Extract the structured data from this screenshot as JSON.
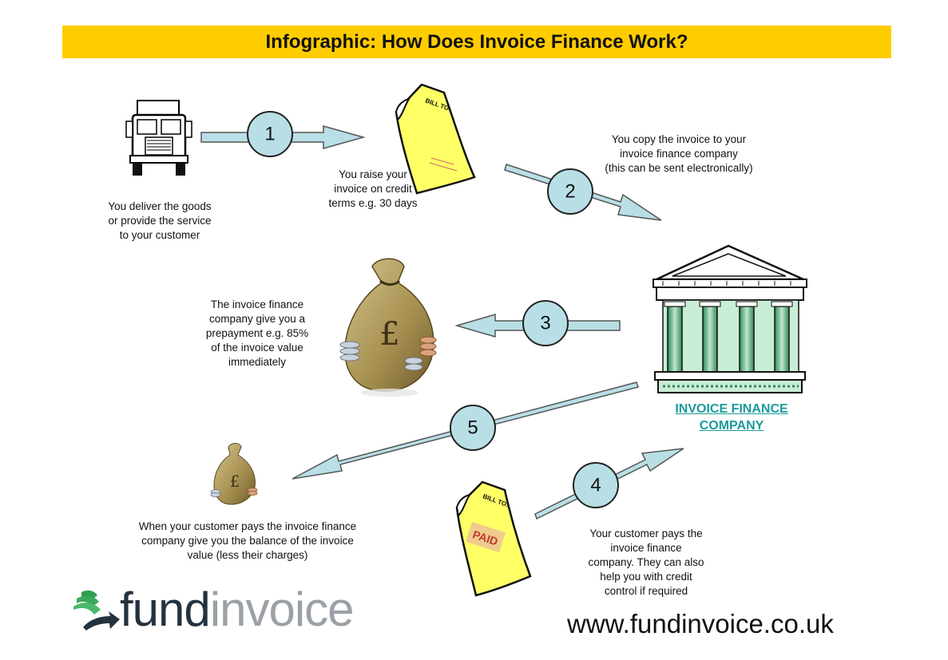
{
  "title": "Infographic: How Does Invoice Finance Work?",
  "steps": [
    {
      "number": "1",
      "text": "You deliver the goods\nor provide the service\nto your customer"
    },
    {
      "number": "2",
      "text": "You raise your\ninvoice on credit\nterms e.g. 30 days"
    },
    {
      "number": "3",
      "text": "You copy the invoice to your\ninvoice finance company\n(this can be sent electronically)"
    },
    {
      "number": "4",
      "text": "The invoice finance\ncompany give you a\nprepayment e.g. 85%\nof the invoice value\nimmediately"
    },
    {
      "number": "5",
      "text": "Your customer pays the\ninvoice finance\ncompany. They can also\nhelp you with credit\ncontrol if required"
    },
    {
      "number": "",
      "text": "When your customer pays the invoice finance\ncompany give you the balance of the invoice\nvalue (less their charges)"
    }
  ],
  "invoice_label": "BILL TO:",
  "paid_stamp": "PAID",
  "company_label": "INVOICE FINANCE\nCOMPANY",
  "brand": {
    "part1": "fund",
    "part2": "invoice"
  },
  "website": "www.fundinvoice.co.uk",
  "colors": {
    "title_bar": "#ffcc00",
    "arrow_fill": "#b9dfe6",
    "company_text": "#1a9b9b",
    "invoice_paper": "#ffff66",
    "bank_green": "#2e8b57"
  }
}
